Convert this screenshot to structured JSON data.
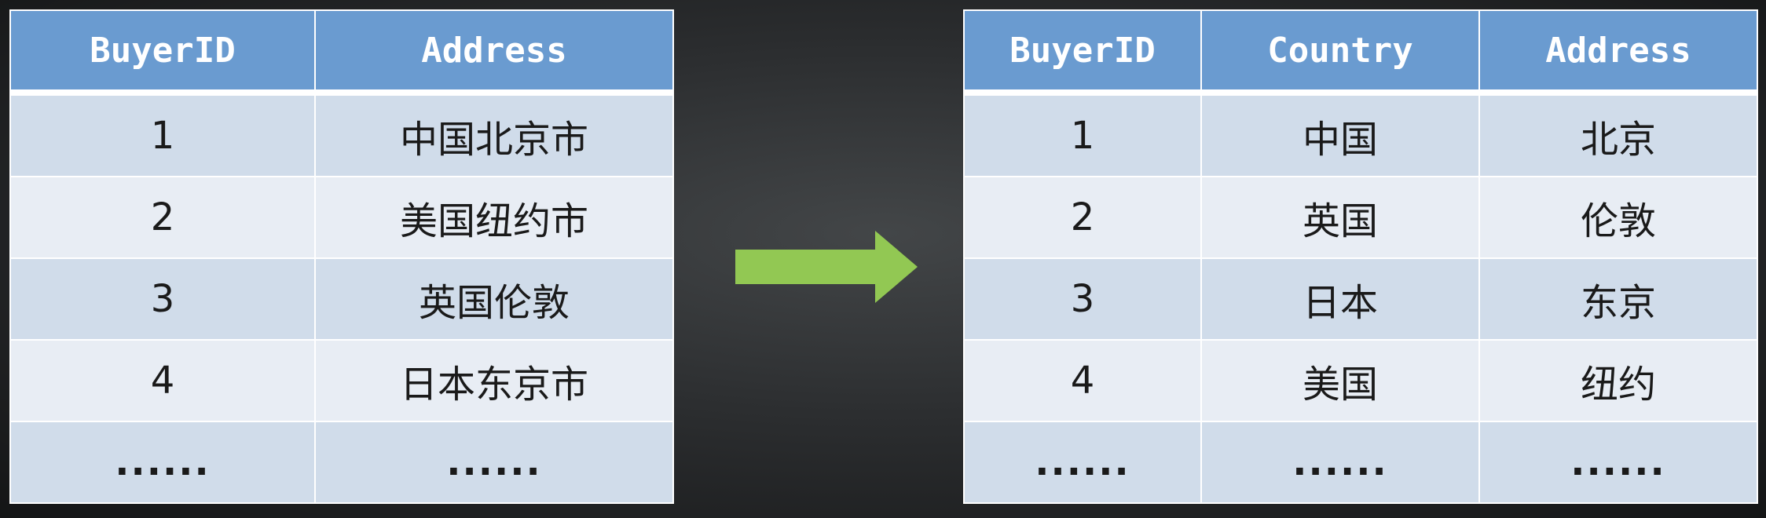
{
  "left_table": {
    "headers": [
      "BuyerID",
      "Address"
    ],
    "rows": [
      [
        "1",
        "中国北京市"
      ],
      [
        "2",
        "美国纽约市"
      ],
      [
        "3",
        "英国伦敦"
      ],
      [
        "4",
        "日本东京市"
      ],
      [
        "......",
        "......"
      ]
    ]
  },
  "right_table": {
    "headers": [
      "BuyerID",
      "Country",
      "Address"
    ],
    "rows": [
      [
        "1",
        "中国",
        "北京"
      ],
      [
        "2",
        "英国",
        "伦敦"
      ],
      [
        "3",
        "日本",
        "东京"
      ],
      [
        "4",
        "美国",
        "纽约"
      ],
      [
        "......",
        "......",
        "......"
      ]
    ]
  },
  "colors": {
    "header_bg": "#6a9bd0",
    "row_dark": "#d0dcea",
    "row_light": "#e8edf4",
    "arrow": "#92c853"
  },
  "arrow_icon": "right-arrow-icon"
}
